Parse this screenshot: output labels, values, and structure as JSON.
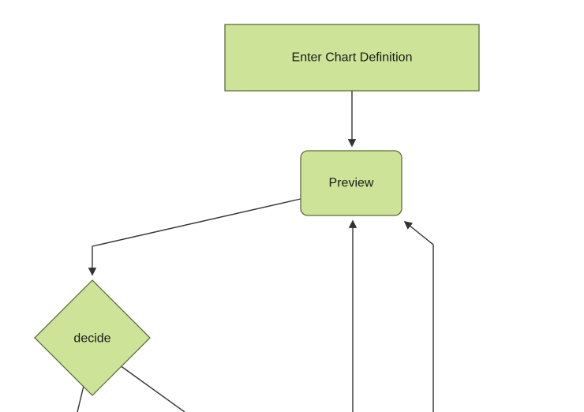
{
  "diagram": {
    "type": "flowchart",
    "orientation": "top-down",
    "background_color": "#ffffff",
    "colors": {
      "node_fill": "#cde498",
      "node_border": "#5d6d3b",
      "edge": "#333333",
      "text": "#1a1a1a"
    },
    "nodes": [
      {
        "id": "enter-chart-definition",
        "label": "Enter Chart Definition",
        "shape": "rectangle"
      },
      {
        "id": "preview",
        "label": "Preview",
        "shape": "rounded-rectangle"
      },
      {
        "id": "decide",
        "label": "decide",
        "shape": "diamond"
      }
    ],
    "edges": [
      {
        "from": "enter-chart-definition",
        "to": "preview",
        "label": ""
      },
      {
        "from": "preview",
        "to": "decide",
        "label": ""
      },
      {
        "from": "offscreen-bottom-center",
        "to": "preview",
        "label": ""
      },
      {
        "from": "offscreen-bottom-right",
        "to": "preview",
        "label": ""
      },
      {
        "from": "decide",
        "to": "offscreen-bottom-left",
        "label": ""
      },
      {
        "from": "decide",
        "to": "offscreen-bottom-right",
        "label": ""
      }
    ]
  }
}
